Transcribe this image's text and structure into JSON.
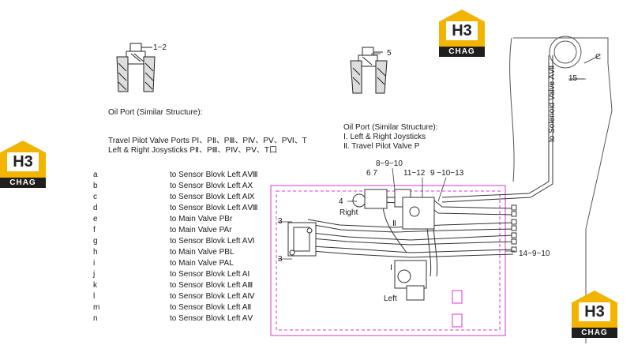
{
  "brand": {
    "logo_top": "H3",
    "logo_bottom": "CHAG"
  },
  "callouts": {
    "c12": "1−2",
    "c5": "5",
    "cC": "C",
    "c15": "15",
    "c67": "6 7",
    "c8910": "8−9−10",
    "c1112": "11−12",
    "c91013": "9 −10−13",
    "c4": "4",
    "c3a": "3",
    "c3b": "3",
    "cII": "Ⅱ",
    "cI": "Ⅰ",
    "c14910": "14−9−10"
  },
  "labels": {
    "oil_port_left": "Oil Port (Similar Structure):",
    "travel_line": "Travel Pilot Valve Ports PⅠ、PⅡ、PⅢ、PⅣ、PⅤ、PⅥ、T",
    "joystick_line": "Left & Right Josysticks PⅡ、PⅢ、PⅣ、PⅤ、T口",
    "oil_port_right": "Oil Port (Similar Structure):",
    "right_item1": "Ⅰ. Left & Right Joysticks",
    "right_item2": "Ⅱ. Travel Pilot Valve P",
    "to_solenoid": "to Solenoid Valve AⅦ",
    "right": "Right",
    "left": "Left"
  },
  "connections": [
    {
      "letter": "a",
      "dest": "to Sensor Blovk Left AⅧ"
    },
    {
      "letter": "b",
      "dest": "to Sensor Blovk Left AⅩ"
    },
    {
      "letter": "c",
      "dest": "to Sensor Blovk Left AⅨ"
    },
    {
      "letter": "d",
      "dest": "to Sensor Blovk Left AⅧ"
    },
    {
      "letter": "e",
      "dest": "to Main Valve PBr"
    },
    {
      "letter": "f",
      "dest": "to Main Valve PAr"
    },
    {
      "letter": "g",
      "dest": "to Sensor Blovk Left AⅥ"
    },
    {
      "letter": "h",
      "dest": "to Main Valve PBL"
    },
    {
      "letter": "i",
      "dest": "to Main Valve PAL"
    },
    {
      "letter": "j",
      "dest": "to Sensor Blovk Left AⅠ"
    },
    {
      "letter": "k",
      "dest": "to Sensor Blovk Left AⅢ"
    },
    {
      "letter": "l",
      "dest": "to Sensor Blovk Left AⅣ"
    },
    {
      "letter": "m",
      "dest": "to Sensor Blovk Left AⅡ"
    },
    {
      "letter": "n",
      "dest": "to Sensor Blovk Left AⅤ"
    }
  ],
  "colors": {
    "frame": "#d63ad6",
    "logo_yellow": "#f3b400",
    "logo_dark": "#1e1e1e"
  }
}
